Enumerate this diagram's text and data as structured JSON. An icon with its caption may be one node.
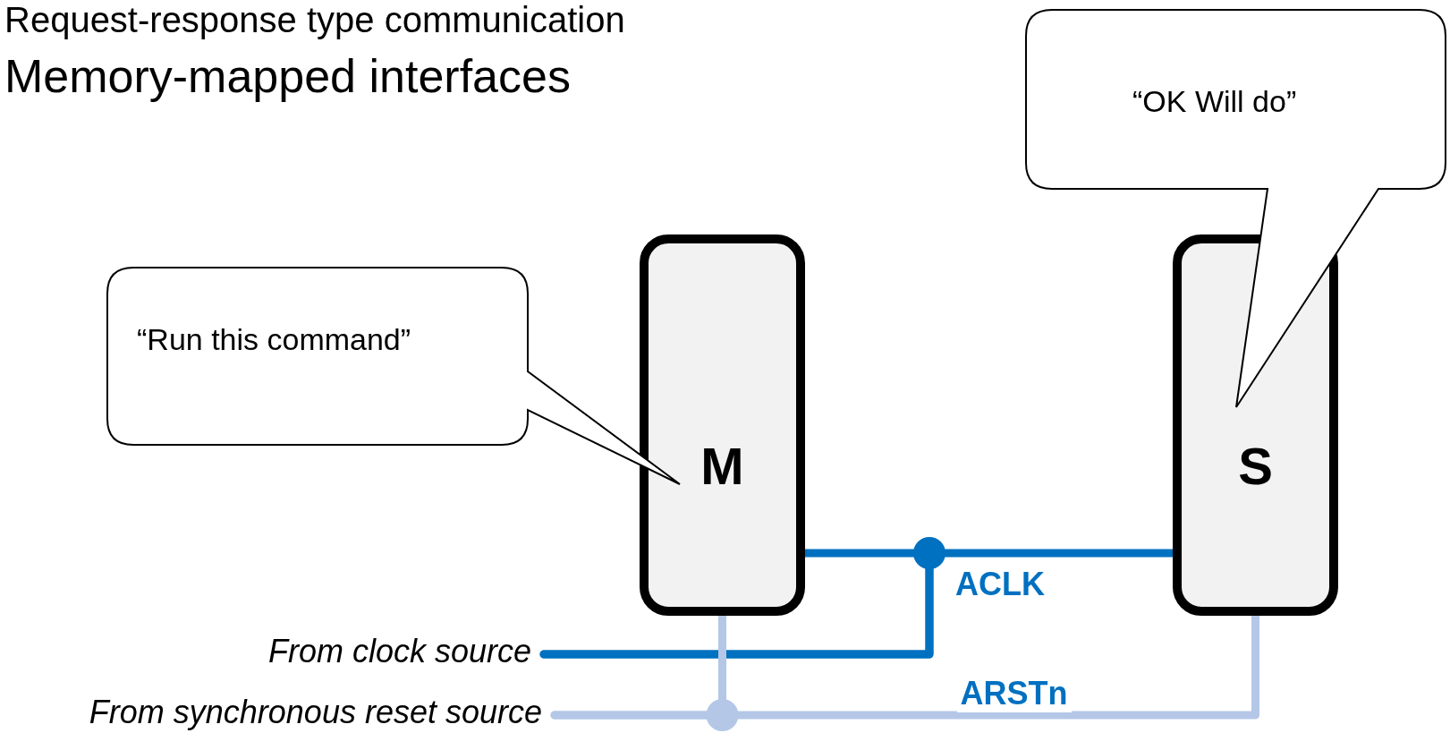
{
  "diagram": {
    "title": "Request-response type communication",
    "nodes": [
      {
        "text": [
          "M"
        ]
      },
      {
        "text": [
          "S"
        ]
      },
      {
        "text": [
          "“Run this command”"
        ]
      },
      {
        "text": [
          "From clock source"
        ]
      },
      {
        "text": [
          "From synchronous reset source"
        ]
      },
      {
        "text": [
          "“OK Will do”"
        ]
      }
    ],
    "edges": [
      {
        "from": 3,
        "to": 0,
        "arrow": "none",
        "color": "#0070c0"
      },
      {
        "from": 3,
        "to": 1,
        "arrow": "none",
        "label": "ACLK",
        "color": "#0070c0"
      },
      {
        "from": 4,
        "to": 0,
        "arrow": "none",
        "color": "#b4c7e7"
      },
      {
        "from": 4,
        "to": 1,
        "arrow": "none",
        "label": "ARSTn",
        "color": "#b4c7e7"
      }
    ],
    "labels": [
      "Memory-mapped interfaces"
    ]
  }
}
